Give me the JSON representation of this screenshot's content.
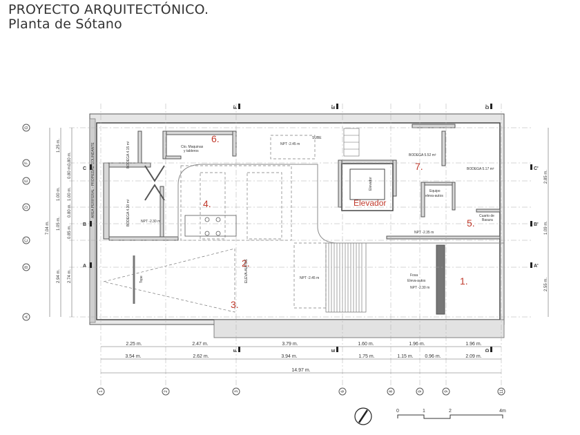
{
  "title": {
    "line1": "PROYECTO ARQUITECTÓNICO.",
    "line2": "Planta  de Sótano"
  },
  "rooms": {
    "r1": "1.",
    "r2": "2.",
    "r3": "3.",
    "r4": "4.",
    "r5": "5.",
    "r6": "6.",
    "r7": "7.",
    "elevador_big": "Elevador"
  },
  "labels": {
    "bodega1": "BODEGA 4.15 m²",
    "bodega2": "BODEGA 4.30 m²",
    "bodega3": "BODEGA 5.52 m²",
    "bodega4": "BODEGA 5.17 m²",
    "cto_maquinas": "Cto. Maquinas",
    "y_tableros": "y tableros",
    "equipo": "Equipo",
    "eleva_autos": "eleva-autos",
    "cuarto_de": "Cuarto de",
    "basura": "Basura",
    "fosa": "Fosa",
    "fosa2": "Eleva-autos",
    "eleva_autos_ramp": "ELEVA-AUTOS",
    "elevador_small": "Elevador",
    "tope": "Tope",
    "sube": "SUBE",
    "npt1": "NPT -2.45 m",
    "npt2": "NPT -2.30 m",
    "npt3": "NPT -2.35 m",
    "npt4": "NPT -2.45 m",
    "npt5": "NPT -2.30 m",
    "colindante": "AREA PERIFERAL - PROPIEDAD COLINDANTE"
  },
  "grid_rows": [
    "G",
    "F",
    "E",
    "D",
    "C'",
    "B",
    "A"
  ],
  "row_marks": {
    "c": "C",
    "b": "B",
    "a": "A",
    "cp": "C'",
    "bp": "B'",
    "ap": "A'"
  },
  "section_marks": {
    "f_top": "F'",
    "e_top": "E'",
    "d_top": "D'",
    "f_bot": "F",
    "e_bot": "E",
    "d_bot": "D"
  },
  "left_dims_a": [
    "1.25 m.",
    "1.00 m.",
    "0.80 m.",
    "1.00 m.",
    "1.05 m.",
    "2.94 m."
  ],
  "left_dims_b": [
    "0.80 m.",
    "0.80 m.",
    "0.85 m.",
    "2.74 m."
  ],
  "left_total": "7.04 m.",
  "right_dims": [
    "2.85 m.",
    "1.09 m.",
    "2.55 m."
  ],
  "bottom_dims_1": [
    "2.25 m.",
    "2.47 m.",
    "3.79 m.",
    "1.60 m.",
    "1.96 m.",
    "1.96 m."
  ],
  "bottom_dims_2": [
    "3.54 m.",
    "2.62 m.",
    "3.94 m.",
    "1.75 m.",
    "1.15 m.",
    "0.96 m.",
    "2.09 m."
  ],
  "bottom_total": "14.97 m.",
  "column_axes": [
    "1",
    "2",
    "3",
    "6",
    "8",
    "9",
    "9",
    "11"
  ],
  "scale": [
    "0",
    "1",
    "2",
    "4m"
  ]
}
